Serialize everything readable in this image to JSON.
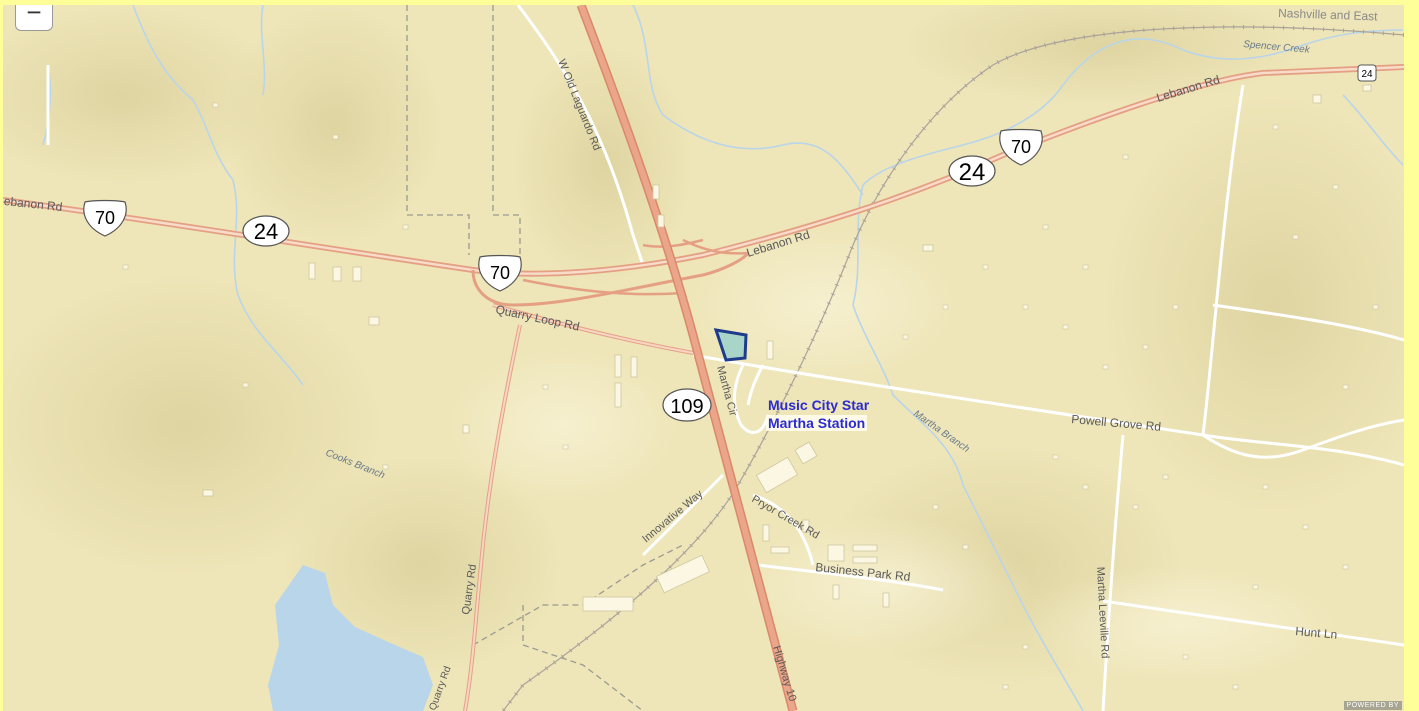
{
  "map": {
    "zoom_out_label": "−",
    "attribution": "POWERED BY",
    "station": {
      "line1": "Music City Star",
      "line2": "Martha Station",
      "color": "#2b2bd1"
    },
    "shields": {
      "i70_left": "70",
      "us24_left": "24",
      "i70_mid": "70",
      "us24_right": "24",
      "i70_right": "70",
      "sr109": "109",
      "r24_small": "24"
    },
    "labels": {
      "lebanon_left": "Lebanon Rd",
      "lebanon_mid": "Lebanon Rd",
      "lebanon_right": "Lebanon Rd",
      "nashville_east": "Nashville and East",
      "spencer_creek": "Spencer Creek",
      "w_old_laguardo": "W Old Laguardo Rd",
      "quarry_loop": "Quarry Loop Rd",
      "martha_cir": "Martha Cir",
      "powell_grove": "Powell Grove Rd",
      "martha_branch": "Martha Branch",
      "cooks_branch": "Cooks Branch",
      "innovative_way": "Innovative Way",
      "pryor_creek": "Pryor Creek Rd",
      "business_park": "Business Park Rd",
      "quarry_rd": "Quarry Rd",
      "highway_109": "Highway 10",
      "martha_leeville": "Martha Leeville Rd",
      "hunt_ln": "Hunt Ln",
      "bottom_road": "Quarry Rd"
    },
    "colors": {
      "land": "#eee5b8",
      "water": "#b9d5ea",
      "highway": "#e5a084",
      "road_minor": "#ffffff",
      "road_secondary": "#f2c7b0",
      "parcel_fill": "#a9d5c9",
      "parcel_stroke": "#1f3c8c",
      "frame": "#ffff99"
    }
  }
}
